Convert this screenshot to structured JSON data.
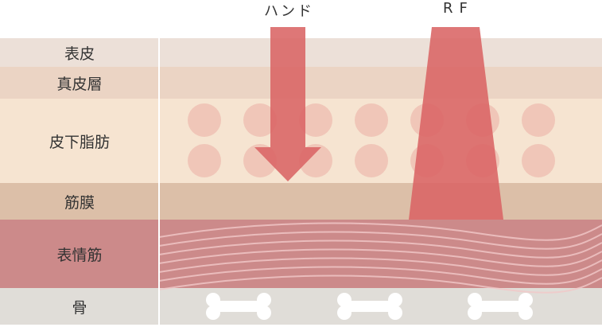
{
  "title_hand": "ハンド",
  "title_rf": "RF",
  "layers": [
    {
      "label": "表皮",
      "color": "#ece0d8"
    },
    {
      "label": "真皮層",
      "color": "#ebd4c4"
    },
    {
      "label": "皮下脂肪",
      "color": "#f6e4d1"
    },
    {
      "label": "筋膜",
      "color": "#dcbfa8"
    },
    {
      "label": "表情筋",
      "color": "#cc8a8a"
    },
    {
      "label": "骨",
      "color": "#e0ddd8"
    }
  ],
  "arrow_color": "#da6464"
}
